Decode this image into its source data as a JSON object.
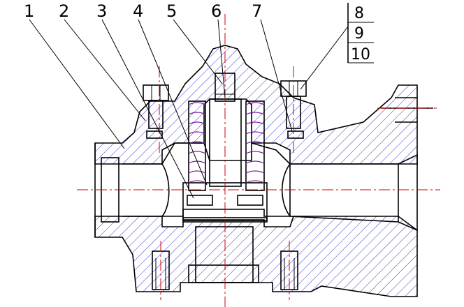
{
  "part_numbers": [
    "1",
    "2",
    "3",
    "4",
    "5",
    "6",
    "7"
  ],
  "parts_box": [
    "8",
    "9",
    "10"
  ],
  "colors": {
    "outline": "#000000",
    "hatch": "#3a3acc",
    "center_line": "#d00000",
    "spring": "#7a1fa0"
  }
}
